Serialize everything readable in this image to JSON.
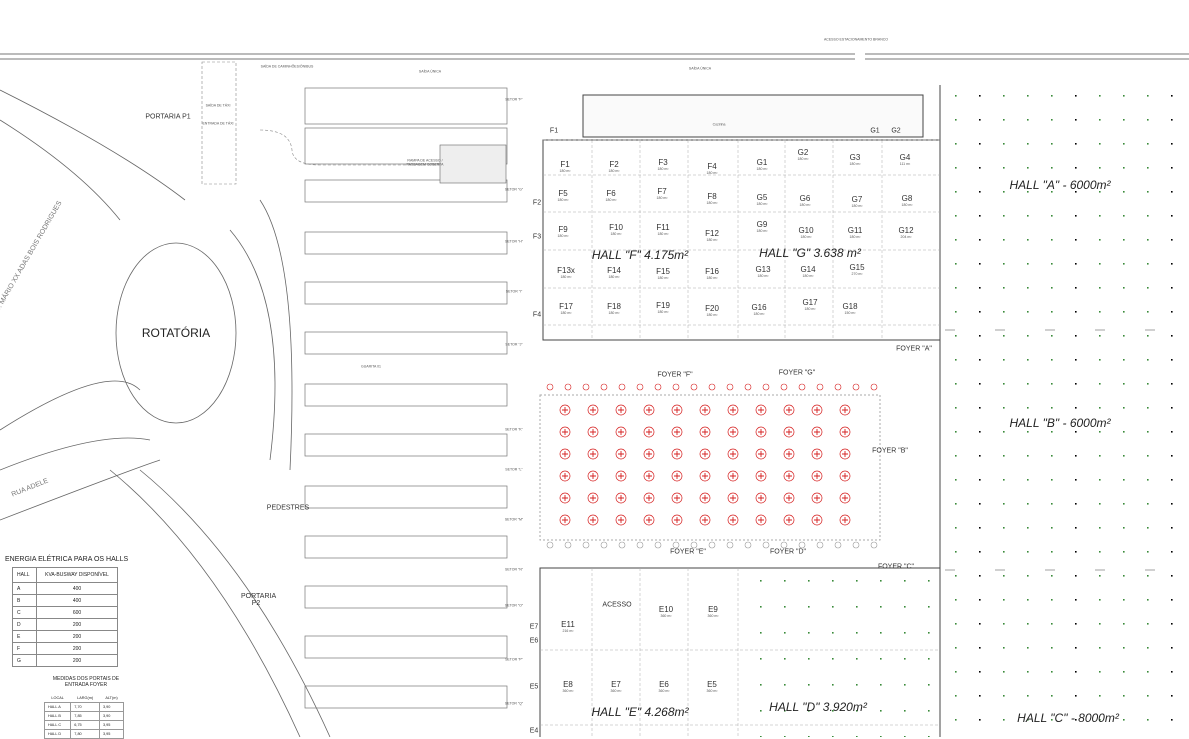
{
  "site": {
    "road_top_label": "ACESSO ESTACIONAMENTO BRANCO",
    "saida_unica": "SAÍDA ÚNICA",
    "saida_onibus": "SAÍDA DE CAMINHÕES/ÔNIBUS",
    "portaria_p1": "PORTARIA P1",
    "portaria_p2": "PORTARIA P2",
    "rotatoria": "ROTATÓRIA",
    "pedestres": "PEDESTRES",
    "rua_adele": "RUA ADELE",
    "avenida": "AV. MÁRIO XX ADAS BOIS RODRIGUES",
    "guarita": "GUARITA 01",
    "rampa": "RAMPA DE ACESSO / PASSAGEM COBERTA",
    "saida_taxi": "SAÍDA DE TÁXI",
    "entrada_taxi": "ENTRADA DE TÁXI",
    "setores": [
      "SETOR \"F\"",
      "SETOR \"G\"",
      "SETOR \"H\"",
      "SETOR \"I\"",
      "SETOR \"J\"",
      "SETOR \"K\"",
      "SETOR \"L\"",
      "SETOR \"M\"",
      "SETOR \"N\"",
      "SETOR \"O\"",
      "SETOR \"P\"",
      "SETOR \"Q\""
    ],
    "coquetel": "Cozinha"
  },
  "halls": [
    {
      "name": "HALL \"A\" - 6000m²"
    },
    {
      "name": "HALL \"B\" - 6000m²"
    },
    {
      "name": "HALL \"C\" - 8000m²"
    },
    {
      "name": "HALL \"D\" 3.920m²"
    },
    {
      "name": "HALL \"E\" 4.268m²"
    },
    {
      "name": "HALL \"F\" 4.175m²"
    },
    {
      "name": "HALL \"G\" 3.638 m²"
    }
  ],
  "foyers": [
    "FOYER \"F\"",
    "FOYER \"G\"",
    "FOYER \"A\"",
    "FOYER \"B\"",
    "FOYER \"C\"",
    "FOYER \"E\"",
    "FOYER \"D\""
  ],
  "booths": [
    {
      "id": "F1",
      "area": "180 m²"
    },
    {
      "id": "F2",
      "area": "180 m²"
    },
    {
      "id": "F3",
      "area": "180 m²"
    },
    {
      "id": "F4",
      "area": "180 m²"
    },
    {
      "id": "G1",
      "area": "180 m²"
    },
    {
      "id": "G2",
      "area": "180 m²"
    },
    {
      "id": "G3",
      "area": "180 m²"
    },
    {
      "id": "G4",
      "area": "111 m²"
    },
    {
      "id": "F5",
      "area": "180 m²"
    },
    {
      "id": "F6",
      "area": "180 m²"
    },
    {
      "id": "F7",
      "area": "180 m²"
    },
    {
      "id": "F8",
      "area": "180 m²"
    },
    {
      "id": "G5",
      "area": "180 m²"
    },
    {
      "id": "G6",
      "area": "180 m²"
    },
    {
      "id": "G7",
      "area": "180 m²"
    },
    {
      "id": "G8",
      "area": "180 m²"
    },
    {
      "id": "F9",
      "area": "180 m²"
    },
    {
      "id": "F10",
      "area": "180 m²"
    },
    {
      "id": "F11",
      "area": "180 m²"
    },
    {
      "id": "F12",
      "area": "180 m²"
    },
    {
      "id": "G9",
      "area": "180 m²"
    },
    {
      "id": "G10",
      "area": "180 m²"
    },
    {
      "id": "G11",
      "area": "180 m²"
    },
    {
      "id": "G12",
      "area": "204 m²"
    },
    {
      "id": "F13x",
      "area": "180 m²"
    },
    {
      "id": "F14",
      "area": "180 m²"
    },
    {
      "id": "F15",
      "area": "180 m²"
    },
    {
      "id": "F16",
      "area": "180 m²"
    },
    {
      "id": "G13",
      "area": "180 m²"
    },
    {
      "id": "G14",
      "area": "180 m²"
    },
    {
      "id": "G15",
      "area": "270 m²"
    },
    {
      "id": "F17",
      "area": "180 m²"
    },
    {
      "id": "F18",
      "area": "180 m²"
    },
    {
      "id": "F19",
      "area": "180 m²"
    },
    {
      "id": "F20",
      "area": "180 m²"
    },
    {
      "id": "G16",
      "area": "180 m²"
    },
    {
      "id": "G17",
      "area": "180 m²"
    },
    {
      "id": "G18",
      "area": "150 m²"
    },
    {
      "id": "E11",
      "area": "216 m²"
    },
    {
      "id": "E10",
      "area": "360 m²"
    },
    {
      "id": "E9",
      "area": "360 m²"
    },
    {
      "id": "E8",
      "area": "360 m²"
    },
    {
      "id": "E7",
      "area": "360 m²"
    },
    {
      "id": "E6",
      "area": "360 m²"
    },
    {
      "id": "E5",
      "area": "360 m²"
    }
  ],
  "edge_labels": [
    "F1",
    "F2",
    "F3",
    "F4",
    "G1",
    "G2",
    "E7",
    "E6",
    "E5",
    "E4"
  ],
  "acesso": "ACESSO",
  "energy_table": {
    "title": "ENERGIA ELÉTRICA PARA OS HALLS",
    "headers": [
      "HALL",
      "KVA-BUSWAY DISPONÍVEL"
    ],
    "rows": [
      [
        "A",
        "400"
      ],
      [
        "B",
        "400"
      ],
      [
        "C",
        "600"
      ],
      [
        "D",
        "200"
      ],
      [
        "E",
        "200"
      ],
      [
        "F",
        "200"
      ],
      [
        "G",
        "200"
      ]
    ]
  },
  "portais_table": {
    "title": "MEDIDAS DOS PORTAIS DE ENTRADA FOYER",
    "headers": [
      "LOCAL",
      "LARG(m)",
      "ALT(m)"
    ],
    "rows": [
      [
        "HALL A",
        "7,70",
        "3,90"
      ],
      [
        "HALL B",
        "7,85",
        "3,90"
      ],
      [
        "HALL C",
        "6,75",
        "3,95"
      ],
      [
        "HALL D",
        "7,80",
        "3,95"
      ]
    ]
  },
  "colors": {
    "line": "#555555",
    "red": "#d62020",
    "grid": "#999999"
  }
}
